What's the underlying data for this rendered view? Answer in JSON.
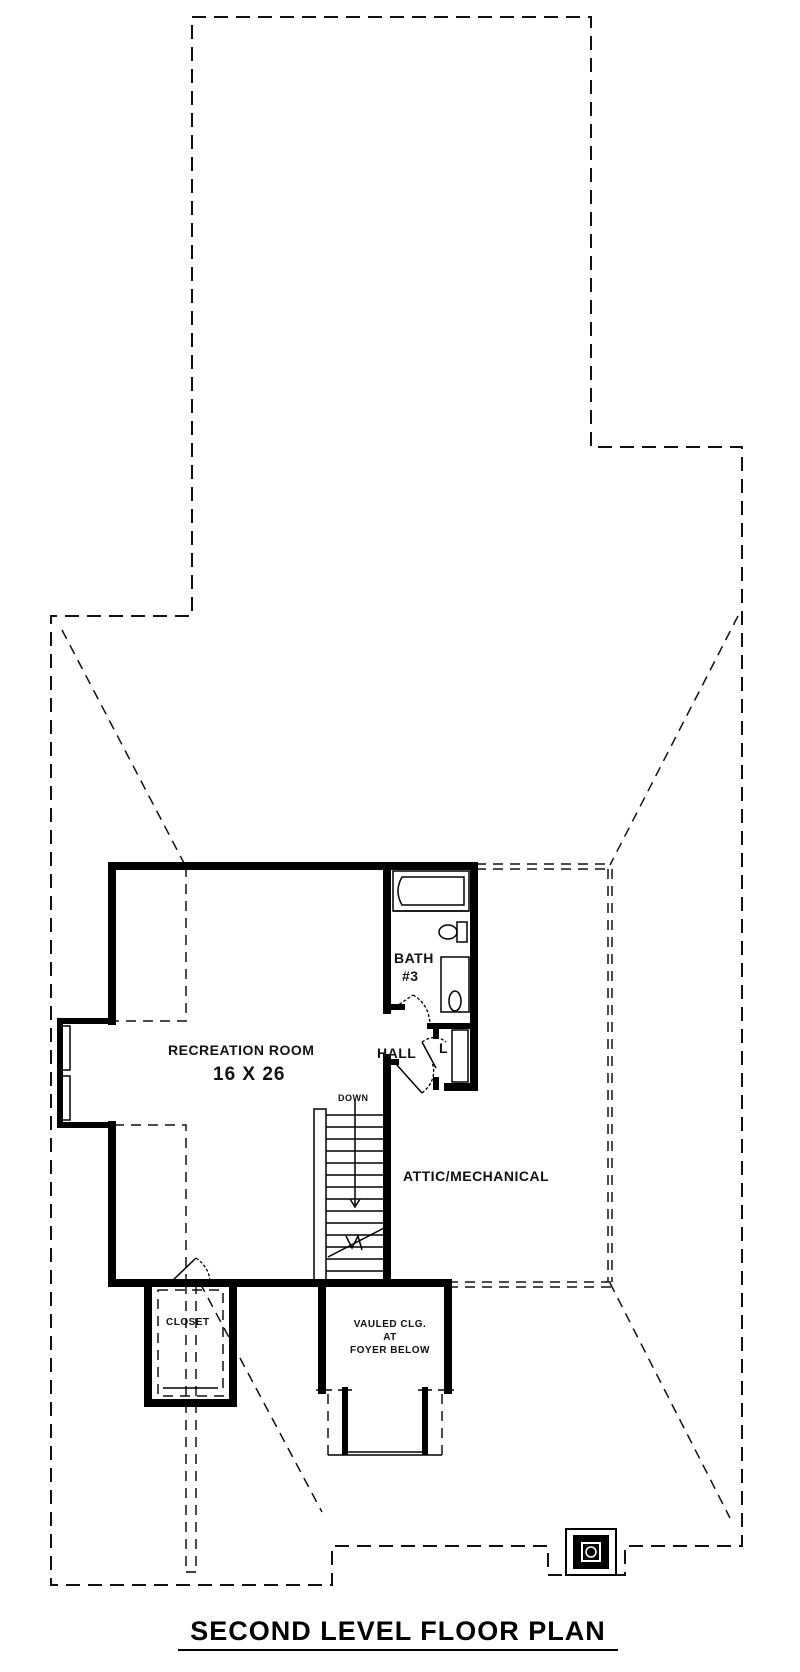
{
  "plan": {
    "title": "SECOND LEVEL FLOOR PLAN",
    "rooms": {
      "recreation": {
        "name": "RECREATION ROOM",
        "dimensions": "16 X 26"
      },
      "bath": {
        "name": "BATH",
        "number": "#3"
      },
      "hall": {
        "name": "HALL"
      },
      "linen": {
        "name": "L"
      },
      "attic": {
        "name": "ATTIC/MECHANICAL"
      },
      "closet": {
        "name": "CLOSET"
      },
      "vaulted": {
        "line1": "VAULED CLG.",
        "line2": "AT",
        "line3": "FOYER BELOW"
      }
    },
    "stairs": {
      "direction_label": "DOWN"
    },
    "colors": {
      "line": "#000000",
      "background": "#ffffff"
    }
  }
}
